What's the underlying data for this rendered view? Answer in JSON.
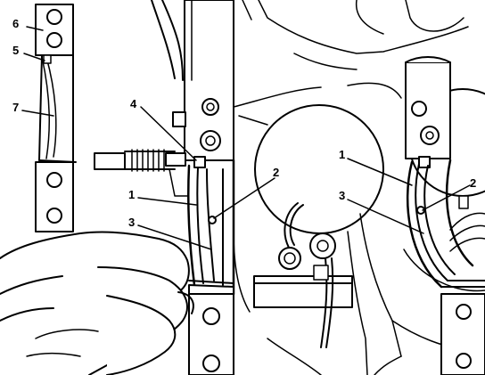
{
  "callouts": [
    {
      "id": "c6",
      "text": "6"
    },
    {
      "id": "c5",
      "text": "5"
    },
    {
      "id": "c7",
      "text": "7"
    },
    {
      "id": "c4",
      "text": "4"
    },
    {
      "id": "c2a",
      "text": "2"
    },
    {
      "id": "c1a",
      "text": "1"
    },
    {
      "id": "c3a",
      "text": "3"
    },
    {
      "id": "c1b",
      "text": "1"
    },
    {
      "id": "c3b",
      "text": "3"
    },
    {
      "id": "c2b",
      "text": "2"
    }
  ]
}
